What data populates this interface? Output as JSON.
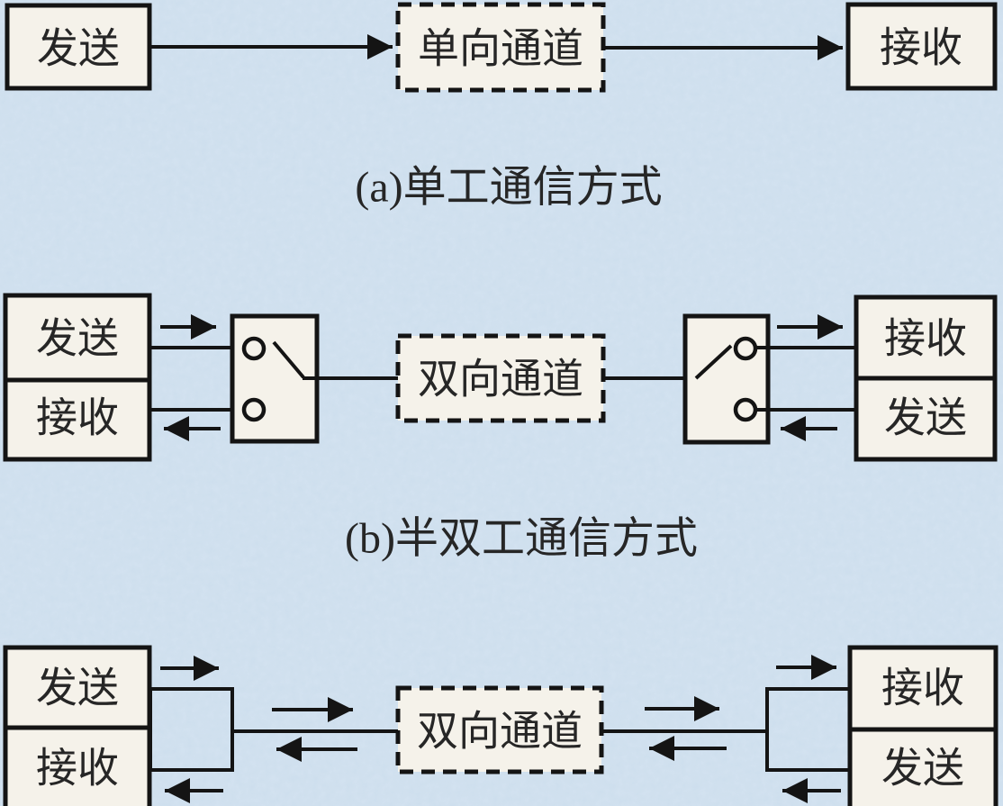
{
  "colors": {
    "background": "#cfdfec",
    "box_fill": "#f5f2ea",
    "line": "#141414",
    "text": "#262626"
  },
  "sections": {
    "a": {
      "caption": "(a)单工通信方式",
      "sender": "发送",
      "channel": "单向通道",
      "receiver": "接收"
    },
    "b": {
      "caption": "(b)半双工通信方式",
      "left_top": "发送",
      "left_bottom": "接收",
      "channel": "双向通道",
      "right_top": "接收",
      "right_bottom": "发送"
    },
    "c": {
      "left_top": "发送",
      "left_bottom": "接收",
      "channel": "双向通道",
      "right_top": "接收",
      "right_bottom": "发送"
    }
  }
}
